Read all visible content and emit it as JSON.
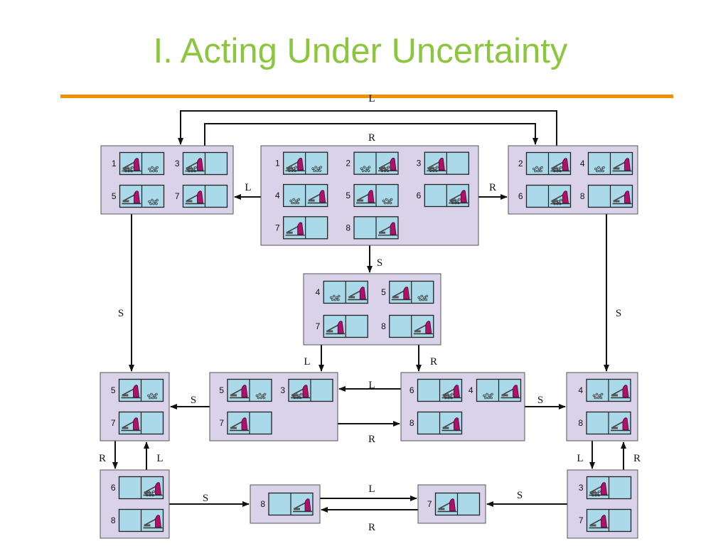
{
  "slide": {
    "title": "I. Acting Under Uncertainty"
  },
  "colors": {
    "title": "#8cc63f",
    "rule": "#f29100",
    "belief_fill": "#d9d2e9",
    "cell_fill": "#aad9ea",
    "vacuum": "#b0106a"
  },
  "diagram": {
    "belief_states": [
      {
        "id": "init",
        "states": [
          1,
          2,
          3,
          4,
          5,
          6,
          7,
          8
        ]
      },
      {
        "id": "left",
        "states": [
          1,
          3,
          5,
          7
        ]
      },
      {
        "id": "right",
        "states": [
          2,
          4,
          6,
          8
        ]
      },
      {
        "id": "mid",
        "states": [
          4,
          5,
          7,
          8
        ]
      },
      {
        "id": "c1",
        "states": [
          5,
          7
        ]
      },
      {
        "id": "c2",
        "states": [
          5,
          3,
          7
        ]
      },
      {
        "id": "c3",
        "states": [
          6,
          4,
          8
        ]
      },
      {
        "id": "c4",
        "states": [
          4,
          8
        ]
      },
      {
        "id": "b1",
        "states": [
          6,
          8
        ]
      },
      {
        "id": "b2",
        "states": [
          8
        ]
      },
      {
        "id": "b3",
        "states": [
          7
        ]
      },
      {
        "id": "b4",
        "states": [
          3,
          7
        ]
      }
    ],
    "world_states": {
      "1": {
        "robot": "left",
        "dirt": [
          "left",
          "right"
        ]
      },
      "2": {
        "robot": "right",
        "dirt": [
          "left",
          "right"
        ]
      },
      "3": {
        "robot": "left",
        "dirt": [
          "left"
        ]
      },
      "4": {
        "robot": "right",
        "dirt": [
          "left"
        ]
      },
      "5": {
        "robot": "left",
        "dirt": [
          "right"
        ]
      },
      "6": {
        "robot": "right",
        "dirt": [
          "right"
        ]
      },
      "7": {
        "robot": "left",
        "dirt": []
      },
      "8": {
        "robot": "right",
        "dirt": []
      }
    },
    "edges": [
      {
        "from": "init",
        "to": "left",
        "label": "L"
      },
      {
        "from": "init",
        "to": "right",
        "label": "R"
      },
      {
        "from": "init",
        "to": "mid",
        "label": "S"
      },
      {
        "from": "right",
        "to": "left",
        "label": "L"
      },
      {
        "from": "left",
        "to": "right",
        "label": "R"
      },
      {
        "from": "left",
        "to": "c1",
        "label": "S"
      },
      {
        "from": "right",
        "to": "c4",
        "label": "S"
      },
      {
        "from": "mid",
        "to": "c2",
        "label": "L"
      },
      {
        "from": "mid",
        "to": "c3",
        "label": "R"
      },
      {
        "from": "c2",
        "to": "c1",
        "label": "S"
      },
      {
        "from": "c3",
        "to": "c2",
        "label": "L"
      },
      {
        "from": "c2",
        "to": "c3",
        "label": "R"
      },
      {
        "from": "c3",
        "to": "c4",
        "label": "S"
      },
      {
        "from": "c1",
        "to": "b1",
        "label": "R"
      },
      {
        "from": "b1",
        "to": "c1",
        "label": "L"
      },
      {
        "from": "c4",
        "to": "b4",
        "label": "L"
      },
      {
        "from": "b4",
        "to": "c4",
        "label": "R"
      },
      {
        "from": "b1",
        "to": "b2",
        "label": "S"
      },
      {
        "from": "b2",
        "to": "b3",
        "label": "L"
      },
      {
        "from": "b3",
        "to": "b2",
        "label": "R"
      },
      {
        "from": "b4",
        "to": "b3",
        "label": "S"
      }
    ]
  }
}
